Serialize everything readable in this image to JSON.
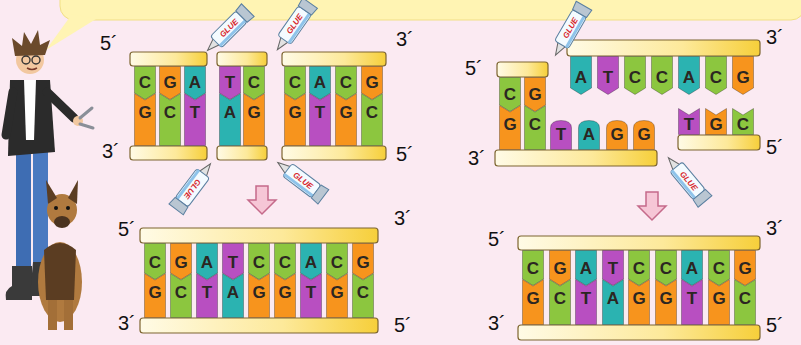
{
  "diagram": {
    "nodes": [
      {
        "text": [
          "GLUE"
        ]
      },
      {
        "text": [
          "GLUE"
        ]
      },
      {
        "text": [
          "GLUE"
        ]
      },
      {
        "text": [
          "C"
        ]
      },
      {
        "text": [
          "G"
        ]
      },
      {
        "text": [
          "A"
        ]
      },
      {
        "text": [
          "T"
        ]
      },
      {
        "text": [
          "C"
        ]
      },
      {
        "text": [
          "C"
        ]
      },
      {
        "text": [
          "A"
        ]
      },
      {
        "text": [
          "C"
        ]
      },
      {
        "text": [
          "G"
        ]
      },
      {
        "text": [
          "G"
        ]
      },
      {
        "text": [
          "C"
        ]
      },
      {
        "text": [
          "T"
        ]
      },
      {
        "text": [
          "A"
        ]
      },
      {
        "text": [
          "G"
        ]
      },
      {
        "text": [
          "G"
        ]
      },
      {
        "text": [
          "T"
        ]
      },
      {
        "text": [
          "G"
        ]
      },
      {
        "text": [
          "C"
        ]
      },
      {
        "text": [
          "C"
        ]
      },
      {
        "text": [
          "G"
        ]
      },
      {
        "text": [
          "A"
        ]
      },
      {
        "text": [
          "T"
        ]
      },
      {
        "text": [
          "C"
        ]
      },
      {
        "text": [
          "C"
        ]
      },
      {
        "text": [
          "A"
        ]
      },
      {
        "text": [
          "C"
        ]
      },
      {
        "text": [
          "G"
        ]
      },
      {
        "text": [
          "G"
        ]
      },
      {
        "text": [
          "C"
        ]
      },
      {
        "text": [
          "T"
        ]
      },
      {
        "text": [
          "A"
        ]
      },
      {
        "text": [
          "G"
        ]
      },
      {
        "text": [
          "G"
        ]
      },
      {
        "text": [
          "T"
        ]
      },
      {
        "text": [
          "G"
        ]
      },
      {
        "text": [
          "C"
        ]
      },
      {
        "text": [
          "GLUE"
        ]
      },
      {
        "text": [
          "GLUE"
        ]
      },
      {
        "text": [
          "GLUE"
        ]
      },
      {
        "text": [
          "C"
        ]
      },
      {
        "text": [
          "G"
        ]
      },
      {
        "text": [
          "A"
        ]
      },
      {
        "text": [
          "T"
        ]
      },
      {
        "text": [
          "C"
        ]
      },
      {
        "text": [
          "C"
        ]
      },
      {
        "text": [
          "A"
        ]
      },
      {
        "text": [
          "C"
        ]
      },
      {
        "text": [
          "G"
        ]
      },
      {
        "text": [
          "G"
        ]
      },
      {
        "text": [
          "C"
        ]
      },
      {
        "text": [
          "T"
        ]
      },
      {
        "text": [
          "A"
        ]
      },
      {
        "text": [
          "G"
        ]
      },
      {
        "text": [
          "G"
        ]
      },
      {
        "text": [
          "T"
        ]
      },
      {
        "text": [
          "G"
        ]
      },
      {
        "text": [
          "C"
        ]
      },
      {
        "text": [
          "C"
        ]
      },
      {
        "text": [
          "G"
        ]
      },
      {
        "text": [
          "A"
        ]
      },
      {
        "text": [
          "T"
        ]
      },
      {
        "text": [
          "C"
        ]
      },
      {
        "text": [
          "C"
        ]
      },
      {
        "text": [
          "A"
        ]
      },
      {
        "text": [
          "C"
        ]
      },
      {
        "text": [
          "G"
        ]
      },
      {
        "text": [
          "G"
        ]
      },
      {
        "text": [
          "C"
        ]
      },
      {
        "text": [
          "T"
        ]
      },
      {
        "text": [
          "A"
        ]
      },
      {
        "text": [
          "G"
        ]
      },
      {
        "text": [
          "G"
        ]
      },
      {
        "text": [
          "T"
        ]
      },
      {
        "text": [
          "G"
        ]
      },
      {
        "text": [
          "C"
        ]
      }
    ],
    "labels": [
      "5´",
      "3´",
      "3´",
      "5´",
      "5´",
      "3´",
      "3´",
      "5´",
      "5´",
      "3´",
      "3´",
      "5´",
      "5´",
      "3´",
      "3´",
      "5´"
    ]
  }
}
